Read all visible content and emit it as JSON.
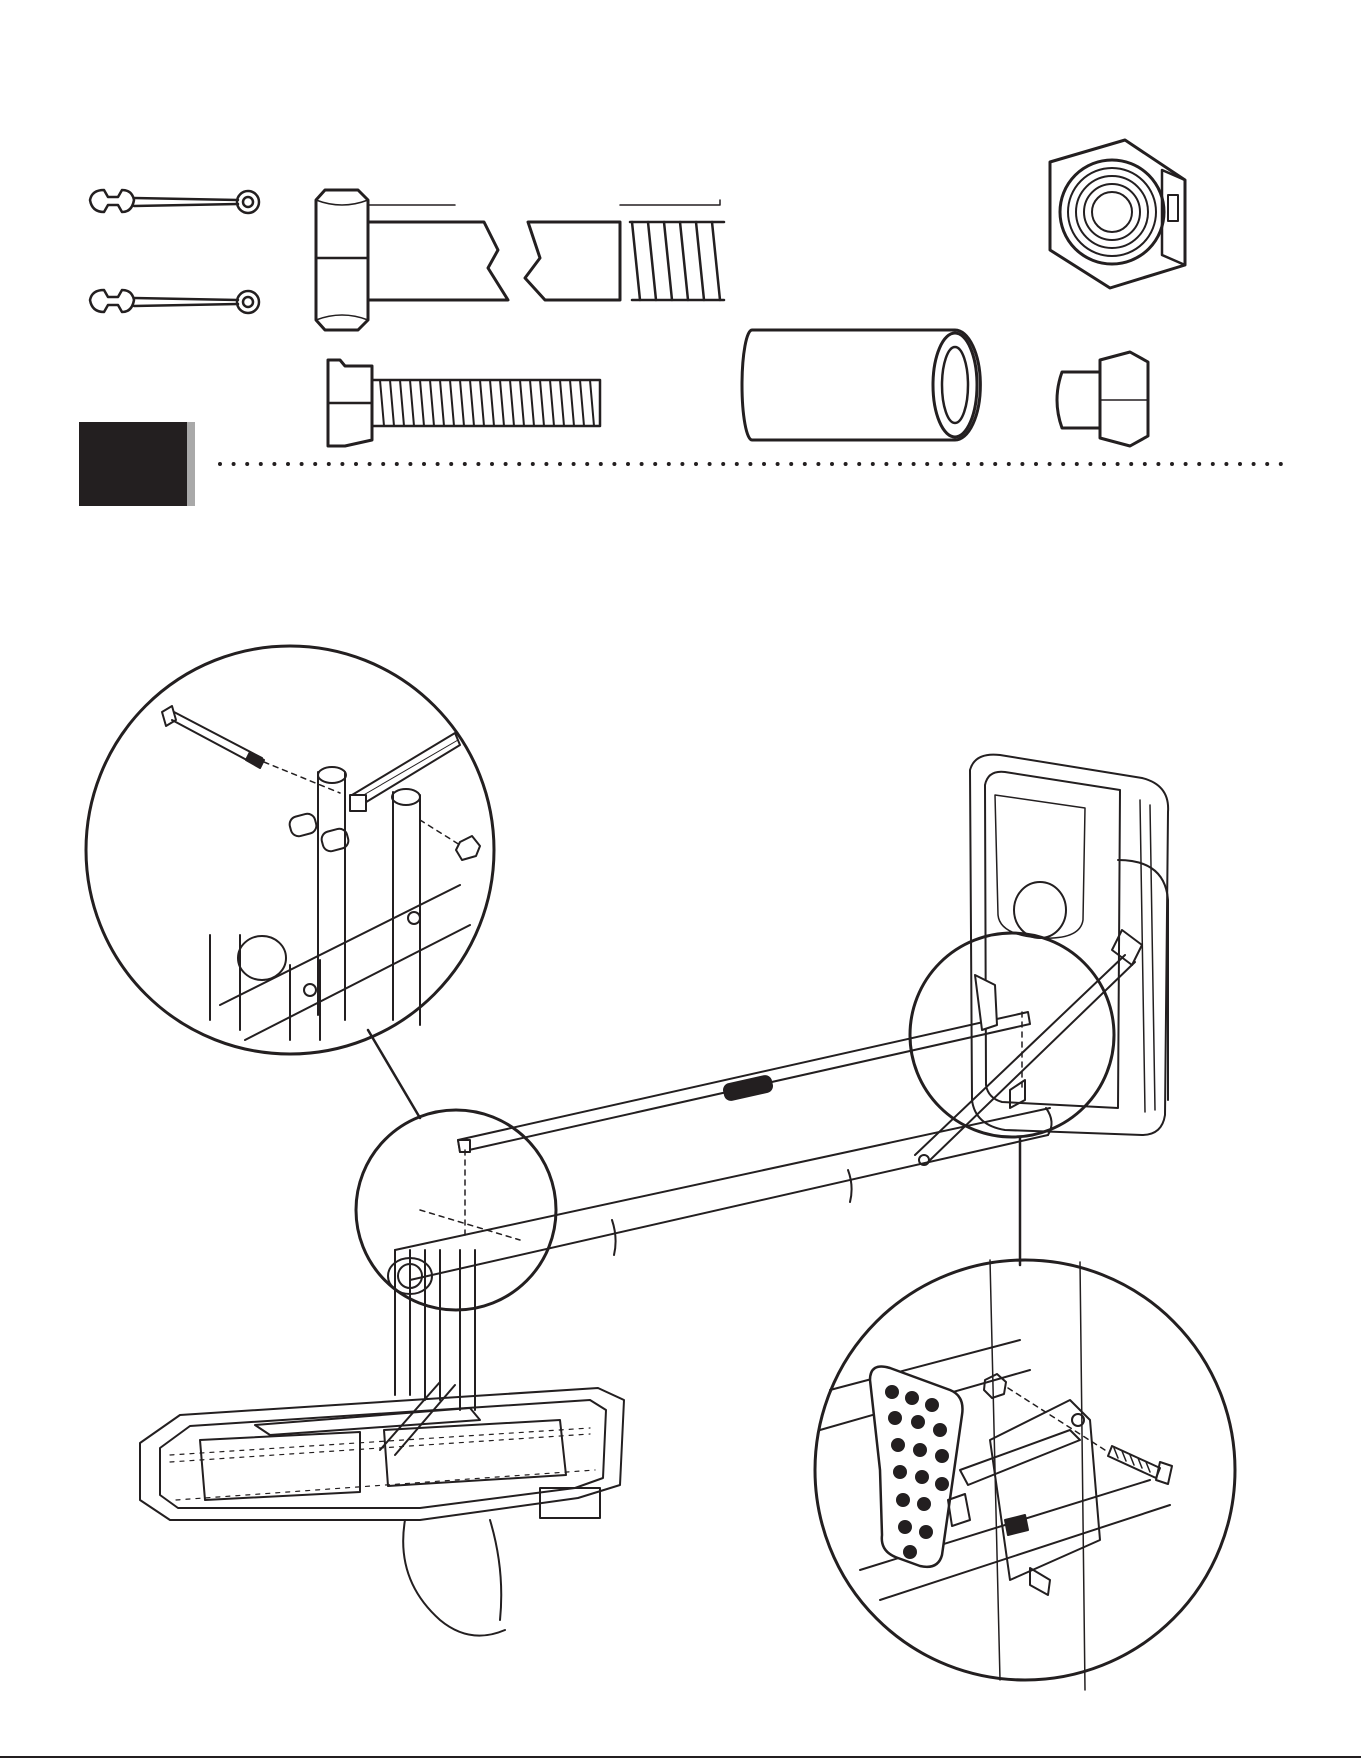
{
  "step": {
    "number": ""
  },
  "page": {
    "number": ""
  },
  "hardware": [
    {
      "name": "wrench",
      "quantity": 2
    },
    {
      "name": "long-bolt"
    },
    {
      "name": "short-bolt"
    },
    {
      "name": "spacer-sleeve"
    },
    {
      "name": "lock-nut-large"
    },
    {
      "name": "lock-nut-small"
    }
  ],
  "callouts": [
    {
      "name": "upper-left-detail"
    },
    {
      "name": "center-detail"
    },
    {
      "name": "lower-right-detail"
    }
  ],
  "colors": {
    "ink": "#231f20",
    "step_box": "#231f20",
    "step_shadow": "#a9a9a9",
    "background": "#ffffff"
  }
}
